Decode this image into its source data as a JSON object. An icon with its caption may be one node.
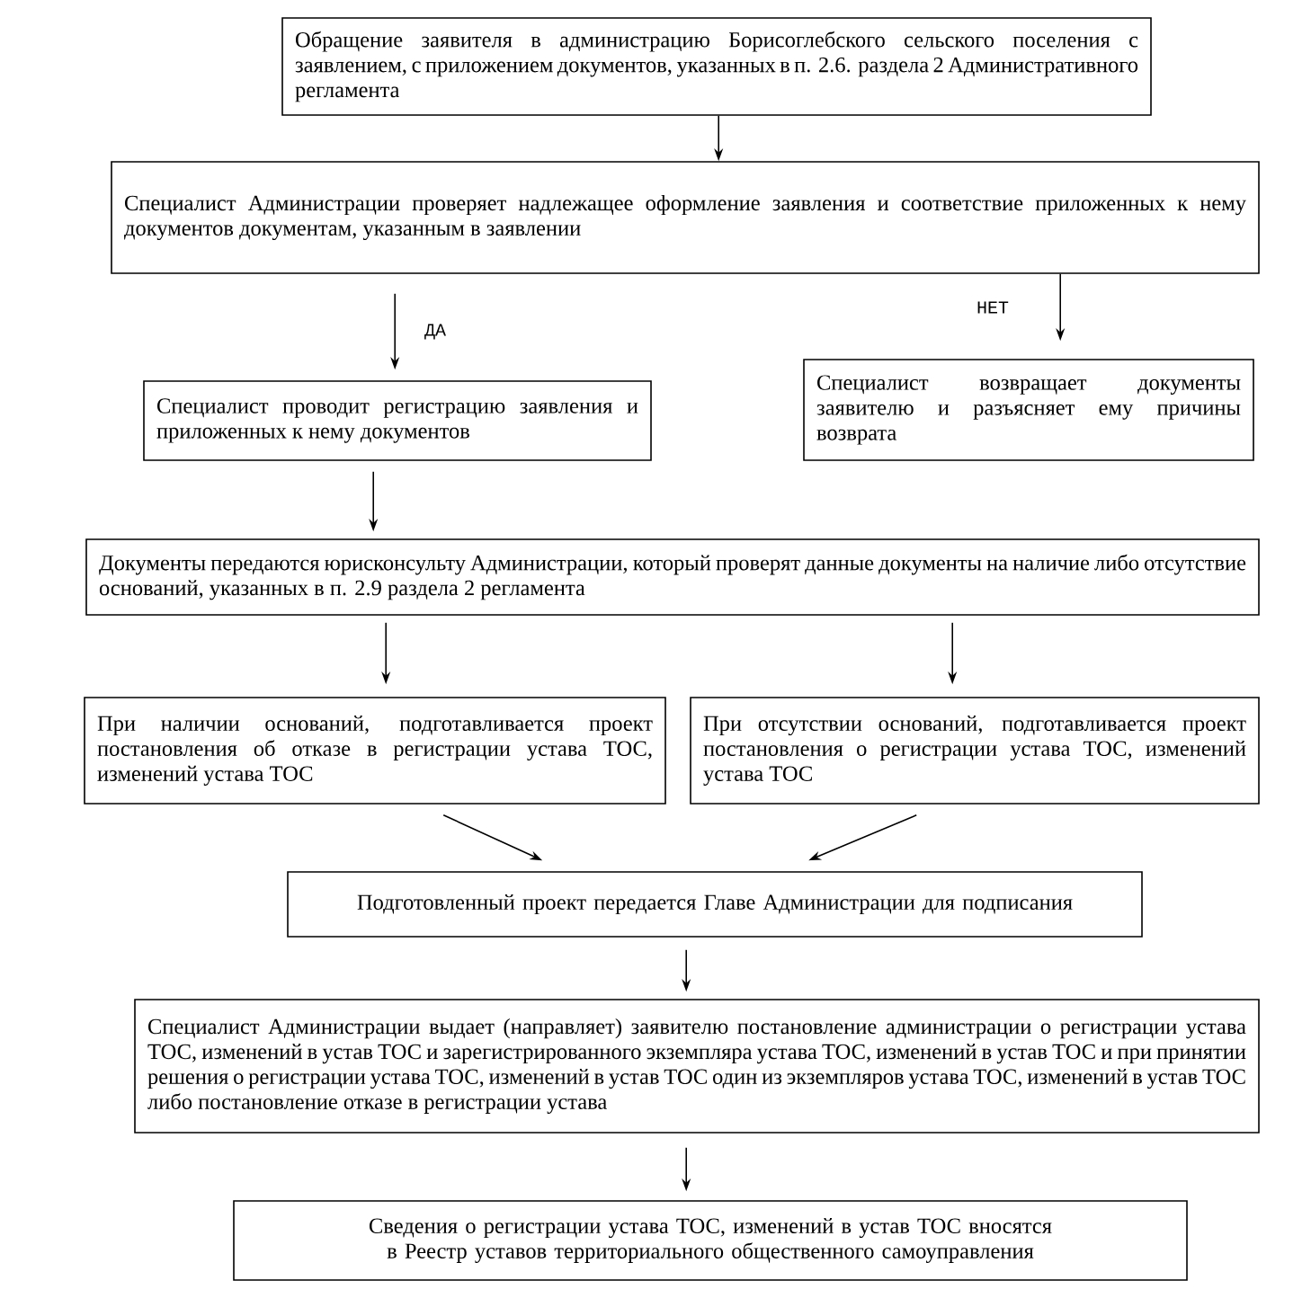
{
  "diagram": {
    "nodes": [
      {
        "text": [
          "Обращение заявителя в администрацию Борисоглебского сельского поселения с заявлением, с приложением документов, указанных в п. 2.6. раздела 2 Административного регламента"
        ]
      },
      {
        "text": [
          "Специалист Администрации проверяет надлежащее оформление заявления и соответствие приложенных к нему документов документам, указанным в заявлении"
        ]
      },
      {
        "text": [
          "Специалист проводит регистрацию заявления и приложенных к нему документов"
        ]
      },
      {
        "text": [
          "Специалист возвращает документы заявителю и разъясняет ему причины возврата"
        ]
      },
      {
        "text": [
          "Документы передаются юрисконсульту Администрации, который проверят данные документы на наличие либо отсутствие оснований, указанных в п. 2.9 раздела 2 регламента"
        ]
      },
      {
        "text": [
          "При наличии оснований, подготавливается проект постановления об отказе в регистрации устава ТОС, изменений устава ТОС"
        ]
      },
      {
        "text": [
          "При отсутствии оснований, подготавливается проект постановления о регистрации устава ТОС, изменений устава ТОС"
        ]
      },
      {
        "text": [
          "Подготовленный проект передается Главе Администрации для подписания"
        ]
      },
      {
        "text": [
          "Специалист Администрации выдает (направляет) заявителю постановление администрации о регистрации устава ТОС, изменений в устав ТОС и зарегистрированного экземпляра устава ТОС, изменений в устав ТОС и при принятии решения о регистрации устава ТОС, изменений в устав ТОС один из экземпляров устава ТОС, изменений в устав ТОС либо постановление отказе в регистрации устава"
        ]
      },
      {
        "text": [
          "Сведения о регистрации устава ТОС, изменений в устав ТОС вносятся в Реестр уставов территориального общественного самоуправления"
        ]
      }
    ],
    "edges": [
      {
        "from": 0,
        "to": 1,
        "arrow": "to"
      },
      {
        "from": 1,
        "to": 2,
        "arrow": "to",
        "label": "ДА"
      },
      {
        "from": 1,
        "to": 3,
        "arrow": "to",
        "label": "НЕТ"
      },
      {
        "from": 2,
        "to": 4,
        "arrow": "to"
      },
      {
        "from": 4,
        "to": 5,
        "arrow": "to"
      },
      {
        "from": 4,
        "to": 6,
        "arrow": "to"
      },
      {
        "from": 5,
        "to": 7,
        "arrow": "to"
      },
      {
        "from": 6,
        "to": 7,
        "arrow": "to"
      },
      {
        "from": 7,
        "to": 8,
        "arrow": "to"
      },
      {
        "from": 8,
        "to": 9,
        "arrow": "to"
      }
    ]
  }
}
